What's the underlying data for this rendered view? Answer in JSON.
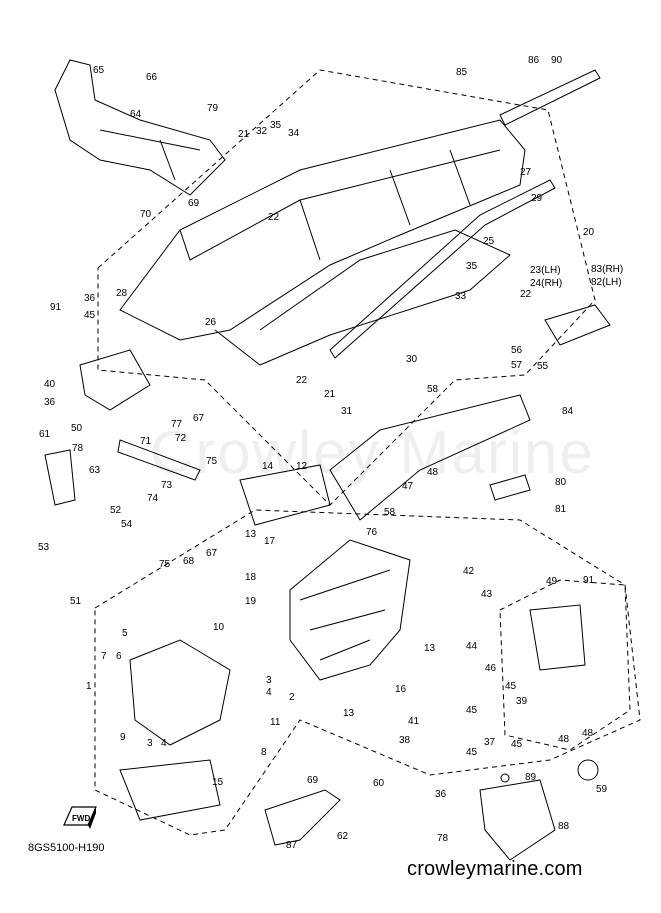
{
  "diagram": {
    "code": "8GS5100-H190",
    "website": "crowleymarine.com",
    "watermark": "Crowley Marine",
    "fwd_label": "FWD"
  },
  "callouts": [
    "65",
    "66",
    "64",
    "70",
    "69",
    "79",
    "21",
    "32",
    "35",
    "34",
    "85",
    "86",
    "90",
    "27",
    "29",
    "20",
    "25",
    "35",
    "23(LH)",
    "24(RH)",
    "83(RH)",
    "82(LH)",
    "22",
    "33",
    "28",
    "26",
    "22",
    "91",
    "36",
    "45",
    "40",
    "36",
    "50",
    "30",
    "21",
    "22",
    "31",
    "84",
    "56",
    "57",
    "55",
    "58",
    "77",
    "67",
    "61",
    "78",
    "71",
    "72",
    "73",
    "74",
    "63",
    "75",
    "14",
    "12",
    "48",
    "47",
    "58",
    "76",
    "80",
    "81",
    "53",
    "52",
    "54",
    "51",
    "13",
    "17",
    "75",
    "68",
    "67",
    "18",
    "19",
    "42",
    "49",
    "91",
    "43",
    "5",
    "10",
    "7",
    "6",
    "1",
    "3",
    "4",
    "2",
    "11",
    "9",
    "3",
    "4",
    "8",
    "15",
    "13",
    "16",
    "44",
    "46",
    "45",
    "39",
    "48",
    "48",
    "13",
    "41",
    "45",
    "37",
    "38",
    "45",
    "69",
    "60",
    "89",
    "45",
    "59",
    "62",
    "78",
    "87",
    "88",
    "36"
  ]
}
